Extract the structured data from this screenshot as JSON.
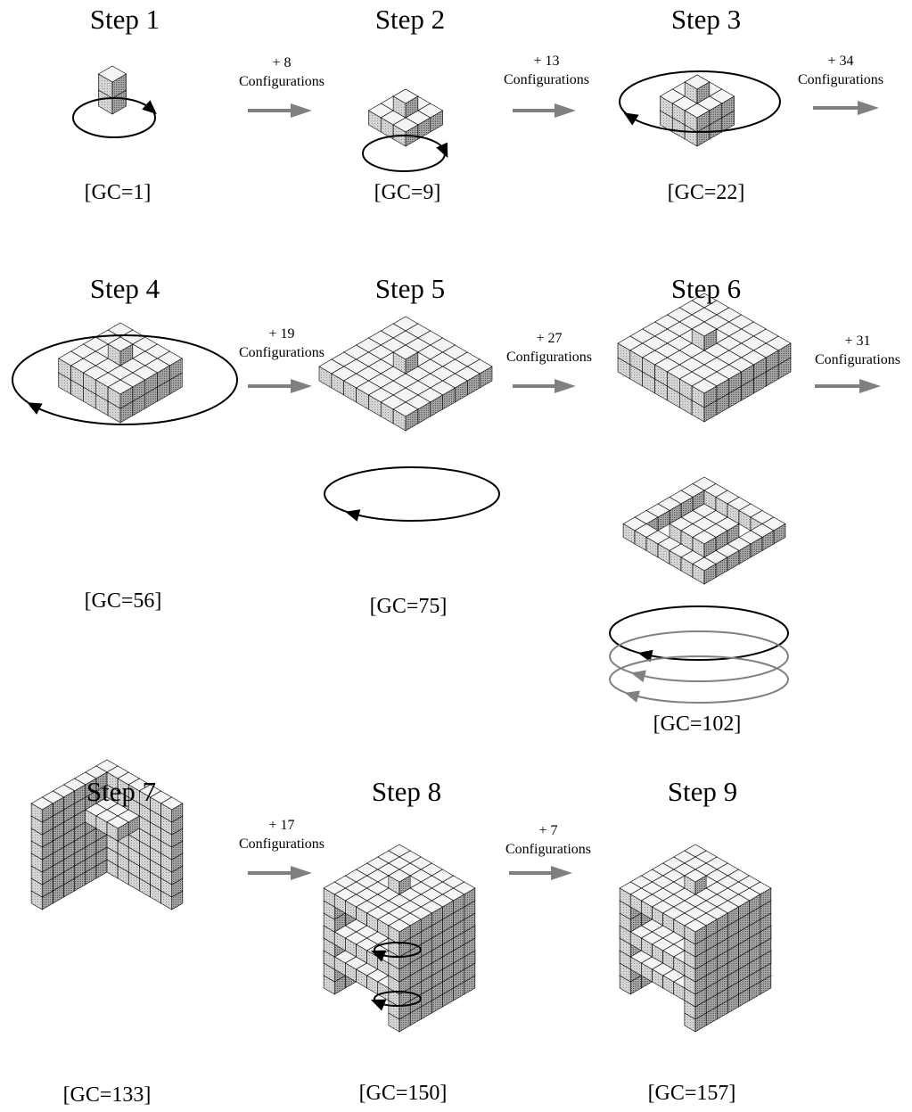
{
  "steps": [
    {
      "title": "Step 1",
      "gc": "[GC=1]"
    },
    {
      "title": "Step 2",
      "gc": "[GC=9]"
    },
    {
      "title": "Step 3",
      "gc": "[GC=22]"
    },
    {
      "title": "Step 4",
      "gc": "[GC=56]"
    },
    {
      "title": "Step 5",
      "gc": "[GC=75]"
    },
    {
      "title": "Step 6",
      "gc": "[GC=102]"
    },
    {
      "title": "Step 7",
      "gc": "[GC=133]"
    },
    {
      "title": "Step 8",
      "gc": "[GC=150]"
    },
    {
      "title": "Step 9",
      "gc": "[GC=157]"
    }
  ],
  "transitions": [
    {
      "count": "+ 8",
      "unit": "Configurations"
    },
    {
      "count": "+ 13",
      "unit": "Configurations"
    },
    {
      "count": "+ 34",
      "unit": "Configurations"
    },
    {
      "count": "+ 19",
      "unit": "Configurations"
    },
    {
      "count": "+ 27",
      "unit": "Configurations"
    },
    {
      "count": "+ 31",
      "unit": "Configurations"
    },
    {
      "count": "+ 17",
      "unit": "Configurations"
    },
    {
      "count": "+ 7",
      "unit": "Configurations"
    }
  ],
  "colors": {
    "cube_top": "#f4f4f4",
    "cube_left": "#cfcfcf",
    "cube_right": "#9a9a9a",
    "arrow": "#808080",
    "rotation": "#000000"
  }
}
